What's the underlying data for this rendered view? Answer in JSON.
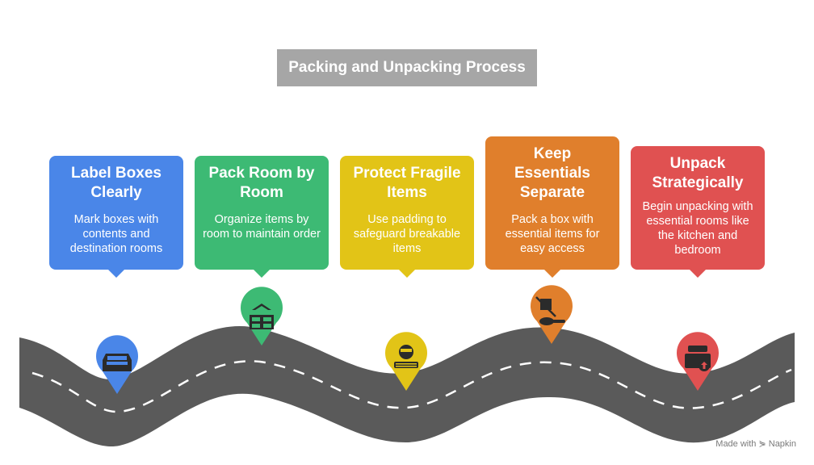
{
  "title": "Packing and Unpacking Process",
  "steps": [
    {
      "heading": "Label Boxes Clearly",
      "description": "Mark boxes with contents and destination rooms",
      "color": "#4a86e8",
      "icon": "tray-icon"
    },
    {
      "heading": "Pack Room by Room",
      "description": "Organize items by room to maintain order",
      "color": "#3dba74",
      "icon": "hanger-boxes-icon"
    },
    {
      "heading": "Protect Fragile Items",
      "description": "Use padding to safeguard breakable items",
      "color": "#e2c417",
      "icon": "padded-item-icon"
    },
    {
      "heading": "Keep Essentials Separate",
      "description": "Pack a box with essential items for easy access",
      "color": "#e07f2c",
      "icon": "essentials-box-icon"
    },
    {
      "heading": "Unpack Strategically",
      "description": "Begin unpacking with essential rooms like the kitchen and bedroom",
      "color": "#e05151",
      "icon": "unpack-box-icon"
    }
  ],
  "watermark": "Made with ⋟ Napkin",
  "road_color": "#5a5a5a"
}
